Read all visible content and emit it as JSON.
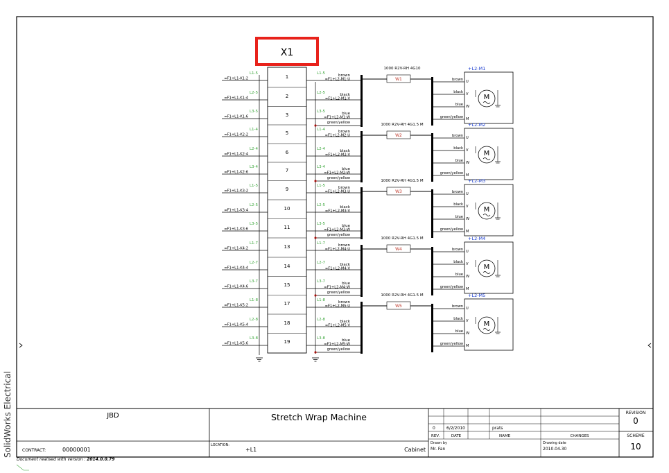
{
  "side_label": "SolidWorks Electrical",
  "doc_version_prefix": "Document realised with version :",
  "doc_version": "2014.0.0.79",
  "accent_red": "#e8221b",
  "wire_green": "#3aa63a",
  "motor_blue": "#1a3ccf",
  "label_red": "#c0392b",
  "terminal_strip": {
    "name": "X1",
    "rows": [
      {
        "num": "1",
        "left_tag": "L1-5",
        "left_ref": "=F1+L1-K1:2",
        "right_tag": "L1-5",
        "color": "brown",
        "right_ref": "=F1+L2-M1:U"
      },
      {
        "num": "2",
        "left_tag": "L2-5",
        "left_ref": "=F1+L1-K1:4",
        "right_tag": "L2-5",
        "color": "black",
        "right_ref": "=F1+L2-M1:V"
      },
      {
        "num": "3",
        "left_tag": "L3-5",
        "left_ref": "=F1+L1-K1:6",
        "right_tag": "L3-5",
        "color": "blue",
        "right_ref": "=F1+L2-M1:W",
        "pe": "green/yellow"
      },
      {
        "num": "5",
        "left_tag": "L1-4",
        "left_ref": "=F1+L1-K2:2",
        "right_tag": "L1-4",
        "color": "brown",
        "right_ref": "=F1+L2-M2:U"
      },
      {
        "num": "6",
        "left_tag": "L2-4",
        "left_ref": "=F1+L1-K2:4",
        "right_tag": "L2-4",
        "color": "black",
        "right_ref": "=F1+L2-M2:V"
      },
      {
        "num": "7",
        "left_tag": "L3-4",
        "left_ref": "=F1+L1-K2:6",
        "right_tag": "L3-4",
        "color": "blue",
        "right_ref": "=F1+L2-M2:W",
        "pe": "green/yellow"
      },
      {
        "num": "9",
        "left_tag": "L1-5",
        "left_ref": "=F1+L1-K3:2",
        "right_tag": "L1-5",
        "color": "brown",
        "right_ref": "=F1+L2-M3:U"
      },
      {
        "num": "10",
        "left_tag": "L2-5",
        "left_ref": "=F1+L1-K3:4",
        "right_tag": "L2-5",
        "color": "black",
        "right_ref": "=F1+L2-M3:V"
      },
      {
        "num": "11",
        "left_tag": "L3-5",
        "left_ref": "=F1+L1-K3:6",
        "right_tag": "L3-5",
        "color": "blue",
        "right_ref": "=F1+L2-M3:W",
        "pe": "green/yellow"
      },
      {
        "num": "13",
        "left_tag": "L1-7",
        "left_ref": "=F1+L1-K4:2",
        "right_tag": "L1-7",
        "color": "brown",
        "right_ref": "=F1+L2-M4:U"
      },
      {
        "num": "14",
        "left_tag": "L2-7",
        "left_ref": "=F1+L1-K4:4",
        "right_tag": "L2-7",
        "color": "black",
        "right_ref": "=F1+L2-M4:V"
      },
      {
        "num": "15",
        "left_tag": "L3-7",
        "left_ref": "=F1+L1-K4:6",
        "right_tag": "L3-7",
        "color": "blue",
        "right_ref": "=F1+L2-M4:W",
        "pe": "green/yellow"
      },
      {
        "num": "17",
        "left_tag": "L1-8",
        "left_ref": "=F1+L1-K5:2",
        "right_tag": "L1-8",
        "color": "brown",
        "right_ref": "=F1+L2-M5:U"
      },
      {
        "num": "18",
        "left_tag": "L2-8",
        "left_ref": "=F1+L1-K5:4",
        "right_tag": "L2-8",
        "color": "black",
        "right_ref": "=F1+L2-M5:V"
      },
      {
        "num": "19",
        "left_tag": "L3-8",
        "left_ref": "=F1+L1-K5:6",
        "right_tag": "L3-8",
        "color": "blue",
        "right_ref": "=F1+L2-M5:W",
        "pe": "green/yellow"
      }
    ]
  },
  "cables": [
    {
      "id": "W1",
      "spec": "1000 R2V-RH 4G10"
    },
    {
      "id": "W2",
      "spec": "1000 R2V-RH 4G1.5 M"
    },
    {
      "id": "W3",
      "spec": "1000 R2V-RH 4G1.5 M"
    },
    {
      "id": "W4",
      "spec": "1000 R2V-RH 4G1.5 M"
    },
    {
      "id": "W5",
      "spec": "1000 R2V-RH 4G1.5 M"
    }
  ],
  "motors": [
    {
      "tag": "+L2-M1",
      "symbol": "M"
    },
    {
      "tag": "+L2-M2",
      "symbol": "M"
    },
    {
      "tag": "+L2-M3",
      "symbol": "M"
    },
    {
      "tag": "+L2-M4",
      "symbol": "M"
    },
    {
      "tag": "+L2-M5",
      "symbol": "M"
    }
  ],
  "motor_wires": [
    {
      "color": "brown",
      "pin": "U"
    },
    {
      "color": "black",
      "pin": "V"
    },
    {
      "color": "blue",
      "pin": "W"
    },
    {
      "color": "green/yellow",
      "pin": "M"
    }
  ],
  "title_block": {
    "company": "JBD",
    "title": "Stretch Wrap Machine",
    "contract_label": "CONTRACT:",
    "contract": "00000001",
    "location_label": "LOCATION:",
    "location": "+L1",
    "location_desc": "Cabinet",
    "rev_row": {
      "rev": "0",
      "date": "6/2/2010",
      "name": "prats"
    },
    "rev_header": {
      "rev": "REV.",
      "date": "DATE",
      "name": "NAME",
      "changes": "CHANGES"
    },
    "drawn_by_label": "Drawn by",
    "drawn_by": "Mr. Fan",
    "drawing_date_label": "Drawing date",
    "drawing_date": "2010.04.30",
    "revision_label": "REVISION",
    "revision": "0",
    "scheme_label": "SCHEME",
    "scheme": "10"
  }
}
